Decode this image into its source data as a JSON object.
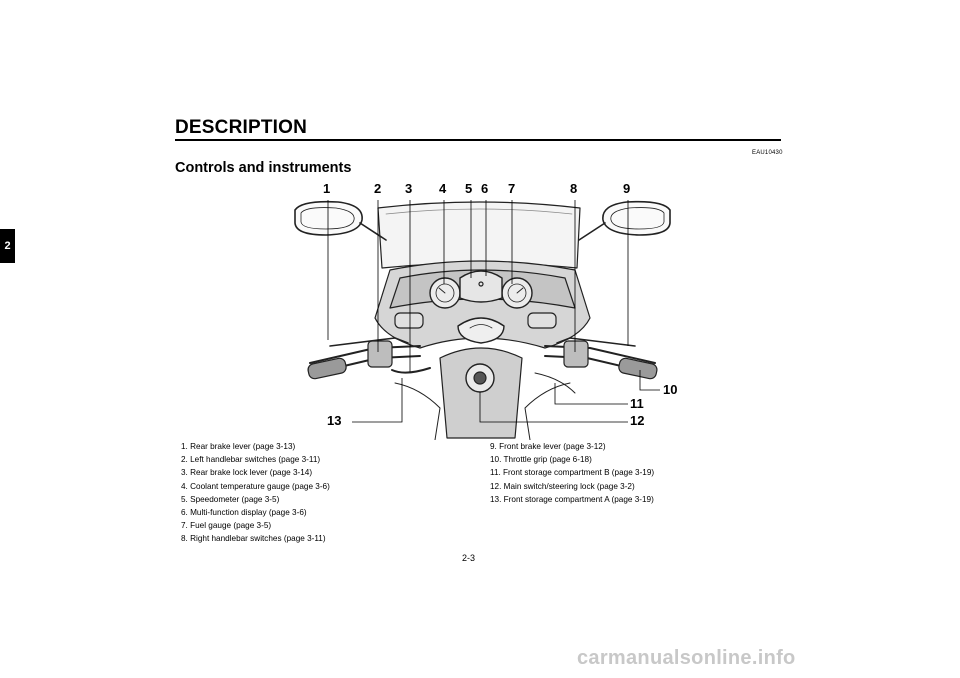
{
  "side_tab": "2",
  "header": {
    "title": "DESCRIPTION"
  },
  "section": {
    "code": "EAU10430",
    "title": "Controls and instruments"
  },
  "callouts": [
    "1",
    "2",
    "3",
    "4",
    "5",
    "6",
    "7",
    "8",
    "9",
    "10",
    "11",
    "12",
    "13"
  ],
  "legend_left": [
    "1. Rear brake lever (page 3-13)",
    "2. Left handlebar switches (page 3-11)",
    "3. Rear brake lock lever (page 3-14)",
    "4. Coolant temperature gauge (page 3-6)",
    "5. Speedometer (page 3-5)",
    "6. Multi-function display (page 3-6)",
    "7. Fuel gauge (page 3-5)",
    "8. Right handlebar switches (page 3-11)"
  ],
  "legend_right": [
    "9. Front brake lever (page 3-12)",
    "10. Throttle grip (page 6-18)",
    "11. Front storage compartment B (page 3-19)",
    "12. Main switch/steering lock (page 3-2)",
    "13. Front storage compartment A (page 3-19)"
  ],
  "page_number": "2-3",
  "watermark": "carmanualsonline.info"
}
